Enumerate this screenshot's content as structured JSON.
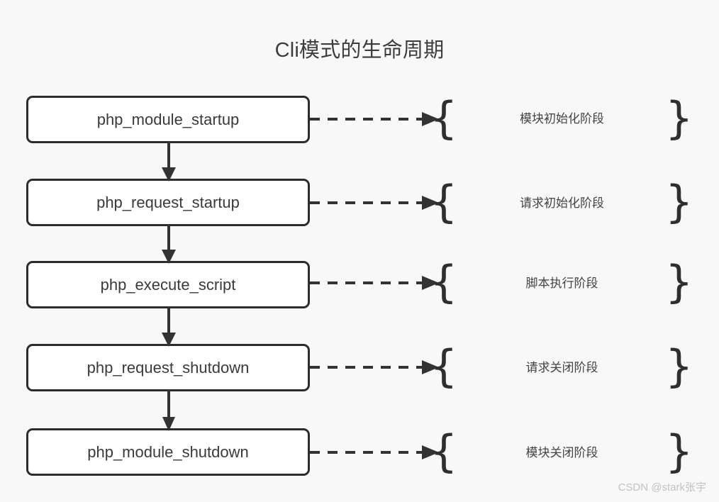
{
  "title": "Cli模式的生命周期",
  "background_color": "#f8f8f8",
  "box_border_color": "#2c2c2c",
  "box_fill_color": "#ffffff",
  "connector_color": "#333333",
  "text_color": "#3a3a3a",
  "watermark": "CSDN @stark张宇",
  "braces": {
    "left": "{",
    "right": "}"
  },
  "flow": {
    "steps": [
      {
        "name": "php_module_startup",
        "phase": "模块初始化阶段"
      },
      {
        "name": "php_request_startup",
        "phase": "请求初始化阶段"
      },
      {
        "name": "php_execute_script",
        "phase": "脚本执行阶段"
      },
      {
        "name": "php_request_shutdown",
        "phase": "请求关闭阶段"
      },
      {
        "name": "php_module_shutdown",
        "phase": "模块关闭阶段"
      }
    ]
  }
}
